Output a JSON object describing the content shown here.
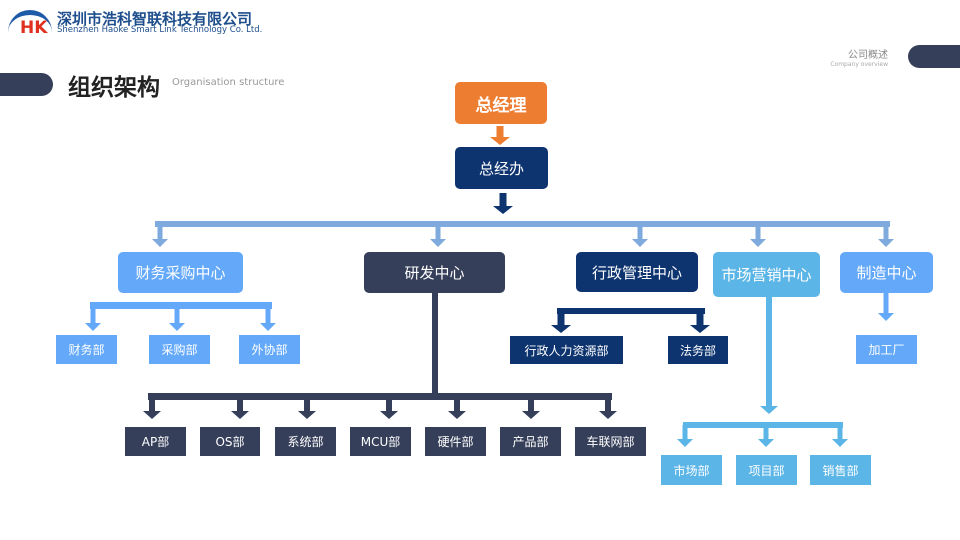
{
  "header": {
    "company_cn": "深圳市浩科智联科技有限公司",
    "company_en": "Shenzhen Haoke Smart Link Technology Co. Ltd.",
    "logo_text": "HK",
    "section_cn": "公司概述",
    "section_en": "Company overview"
  },
  "title": {
    "cn": "组织架构",
    "en": "Organisation structure"
  },
  "colors": {
    "orange": "#ED7D31",
    "navy": "#0E3470",
    "slate": "#363F5A",
    "blue": "#64A9F9",
    "sky": "#5BB5E7",
    "connector": "#7FAADD"
  },
  "org": {
    "ceo": "总经理",
    "office": "总经办",
    "centers": [
      "财务采购中心",
      "研发中心",
      "行政管理中心",
      "市场营销中心",
      "制造中心"
    ],
    "finance": [
      "财务部",
      "采购部",
      "外协部"
    ],
    "rd": [
      "AP部",
      "OS部",
      "系统部",
      "MCU部",
      "硬件部",
      "产品部",
      "车联网部"
    ],
    "admin": [
      "行政人力资源部",
      "法务部"
    ],
    "marketing": [
      "市场部",
      "项目部",
      "销售部"
    ],
    "manufacturing": [
      "加工厂"
    ]
  }
}
